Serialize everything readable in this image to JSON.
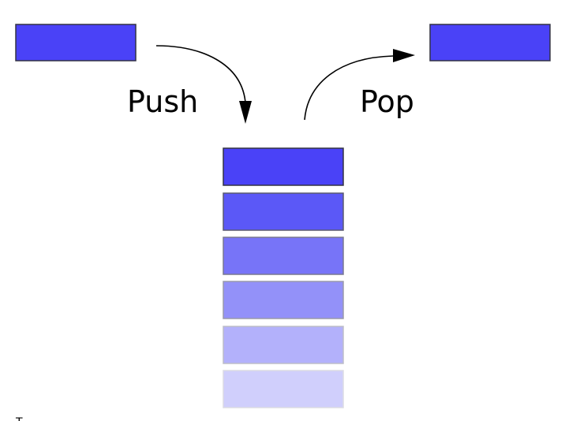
{
  "labels": {
    "push": "Push",
    "pop": "Pop",
    "corner_mark": "T"
  },
  "colors": {
    "incoming_block": "#4a42f7",
    "outgoing_block": "#4a42f7",
    "stack_blocks": [
      "#4a42f7",
      "#5b58f7",
      "#7774f8",
      "#9391f9",
      "#b3b1fb",
      "#d0cffc"
    ]
  },
  "stack": {
    "item_count": 6
  }
}
